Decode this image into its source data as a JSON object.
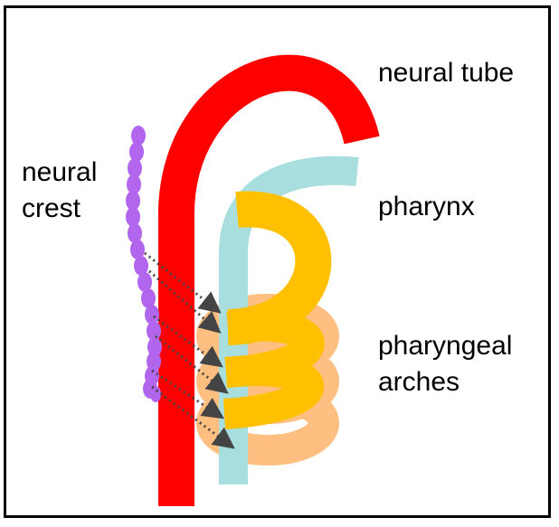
{
  "labels": {
    "neural_tube": "neural tube",
    "neural_crest_line1": "neural",
    "neural_crest_line2": "crest",
    "pharynx": "pharynx",
    "pharyngeal_arches_line1": "pharyngeal",
    "pharyngeal_arches_line2": "arches"
  },
  "colors": {
    "neural_tube": "#ff0000",
    "neural_crest": "#b266ee",
    "pharynx": "#a8dede",
    "arch_front": "#ffc000",
    "arch_back": "#ffbf80",
    "arrow": "#444444"
  },
  "counts": {
    "neural_crest_cells": 18,
    "migration_arrows": 6
  }
}
